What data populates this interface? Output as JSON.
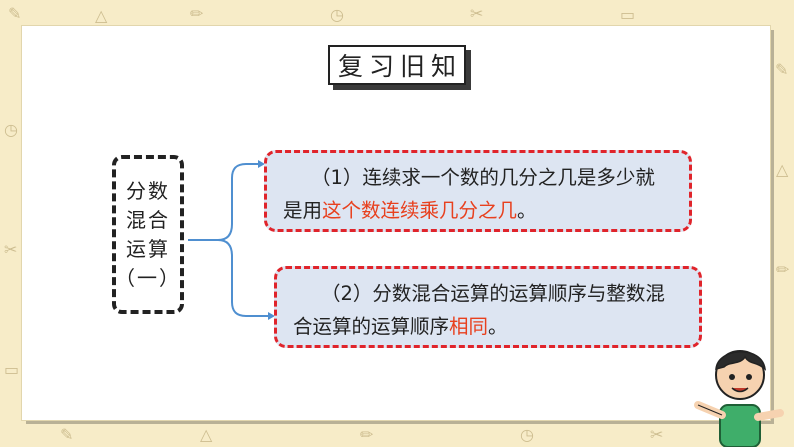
{
  "title": "复习旧知",
  "topic": {
    "lines": [
      "分数",
      "混合",
      "运算",
      "（一）"
    ]
  },
  "items": [
    {
      "number": "（1）",
      "text_plain": "连续求一个数的几分之几是多少就是用",
      "text_highlight": "这个数连续乘几分之几",
      "text_end": "。"
    },
    {
      "number": "（2）",
      "text_plain": "分数混合运算的运算顺序与整数混合运算的运算顺序",
      "text_highlight": "相同",
      "text_end": "。"
    }
  ],
  "colors": {
    "background": "#f7ecc8",
    "highlight": "#e8401e",
    "dashed_border": "#e0242b",
    "box_fill": "#dde5f2",
    "connector": "#4f8fd0"
  }
}
